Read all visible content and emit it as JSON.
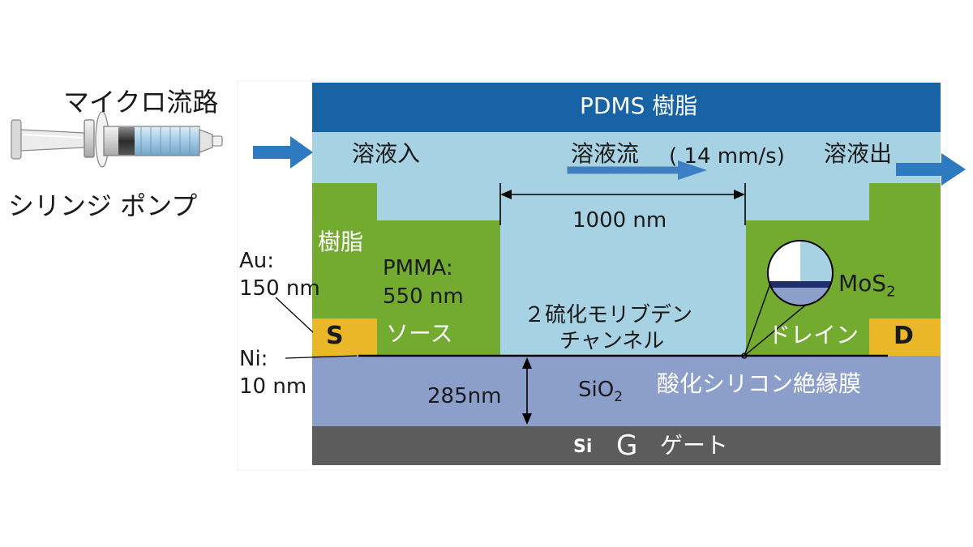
{
  "title_microfluidic": "マイクロ流路",
  "label_syringe_pump": "シリンジ ポンプ",
  "pdms_label": "PDMS 樹脂",
  "solution_in": "溶液入",
  "solution_flow": "溶液流",
  "flow_speed": "( 14 mm/s)",
  "solution_out": "溶液出",
  "channel_width": "1000 nm",
  "resin_label": "樹脂",
  "pmma_label_1": "PMMA:",
  "pmma_label_2": "550 nm",
  "au_label_1": "Au:",
  "au_label_2": "150 nm",
  "ni_label_1": "Ni:",
  "ni_label_2": "10 nm",
  "source_letter": "S",
  "source_label": "ソース",
  "drain_letter": "D",
  "drain_label": "ドレイン",
  "channel_label_1": "２硫化モリブデン",
  "channel_label_2": "チャンネル",
  "mos2_main": "MoS",
  "mos2_sub": "2",
  "oxide_thickness": "285nm",
  "sio2_main": "SiO",
  "sio2_sub": "2",
  "oxide_label": "酸化シリコン絶縁膜",
  "si_label": "Si",
  "gate_letter": "G",
  "gate_label": "ゲート",
  "colors": {
    "pdms": "#1763a6",
    "solution": "#a7d2e3",
    "resin": "#73aa30",
    "electrode": "#e9b727",
    "oxide": "#8c9fcb",
    "silicon": "#5c5c5c",
    "arrow": "#2d7ac0",
    "mos2_layer": "#1f2f6e"
  }
}
